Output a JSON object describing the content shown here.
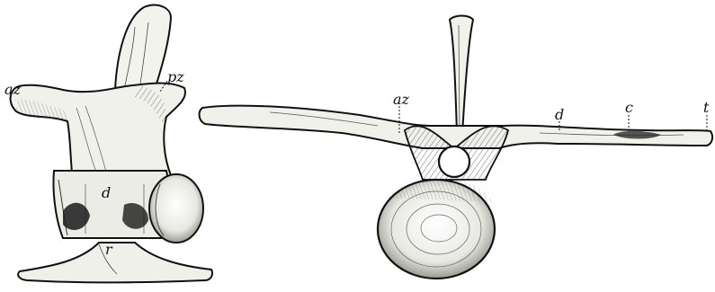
{
  "figure": {
    "background": "#ffffff",
    "ink": "#111111",
    "paper_shade": "#efefe9"
  },
  "labels": {
    "left_az": "az",
    "left_pz": "pz",
    "left_d": "d",
    "left_r": "r",
    "right_az": "az",
    "right_d": "d",
    "right_c": "c",
    "right_t": "t"
  }
}
